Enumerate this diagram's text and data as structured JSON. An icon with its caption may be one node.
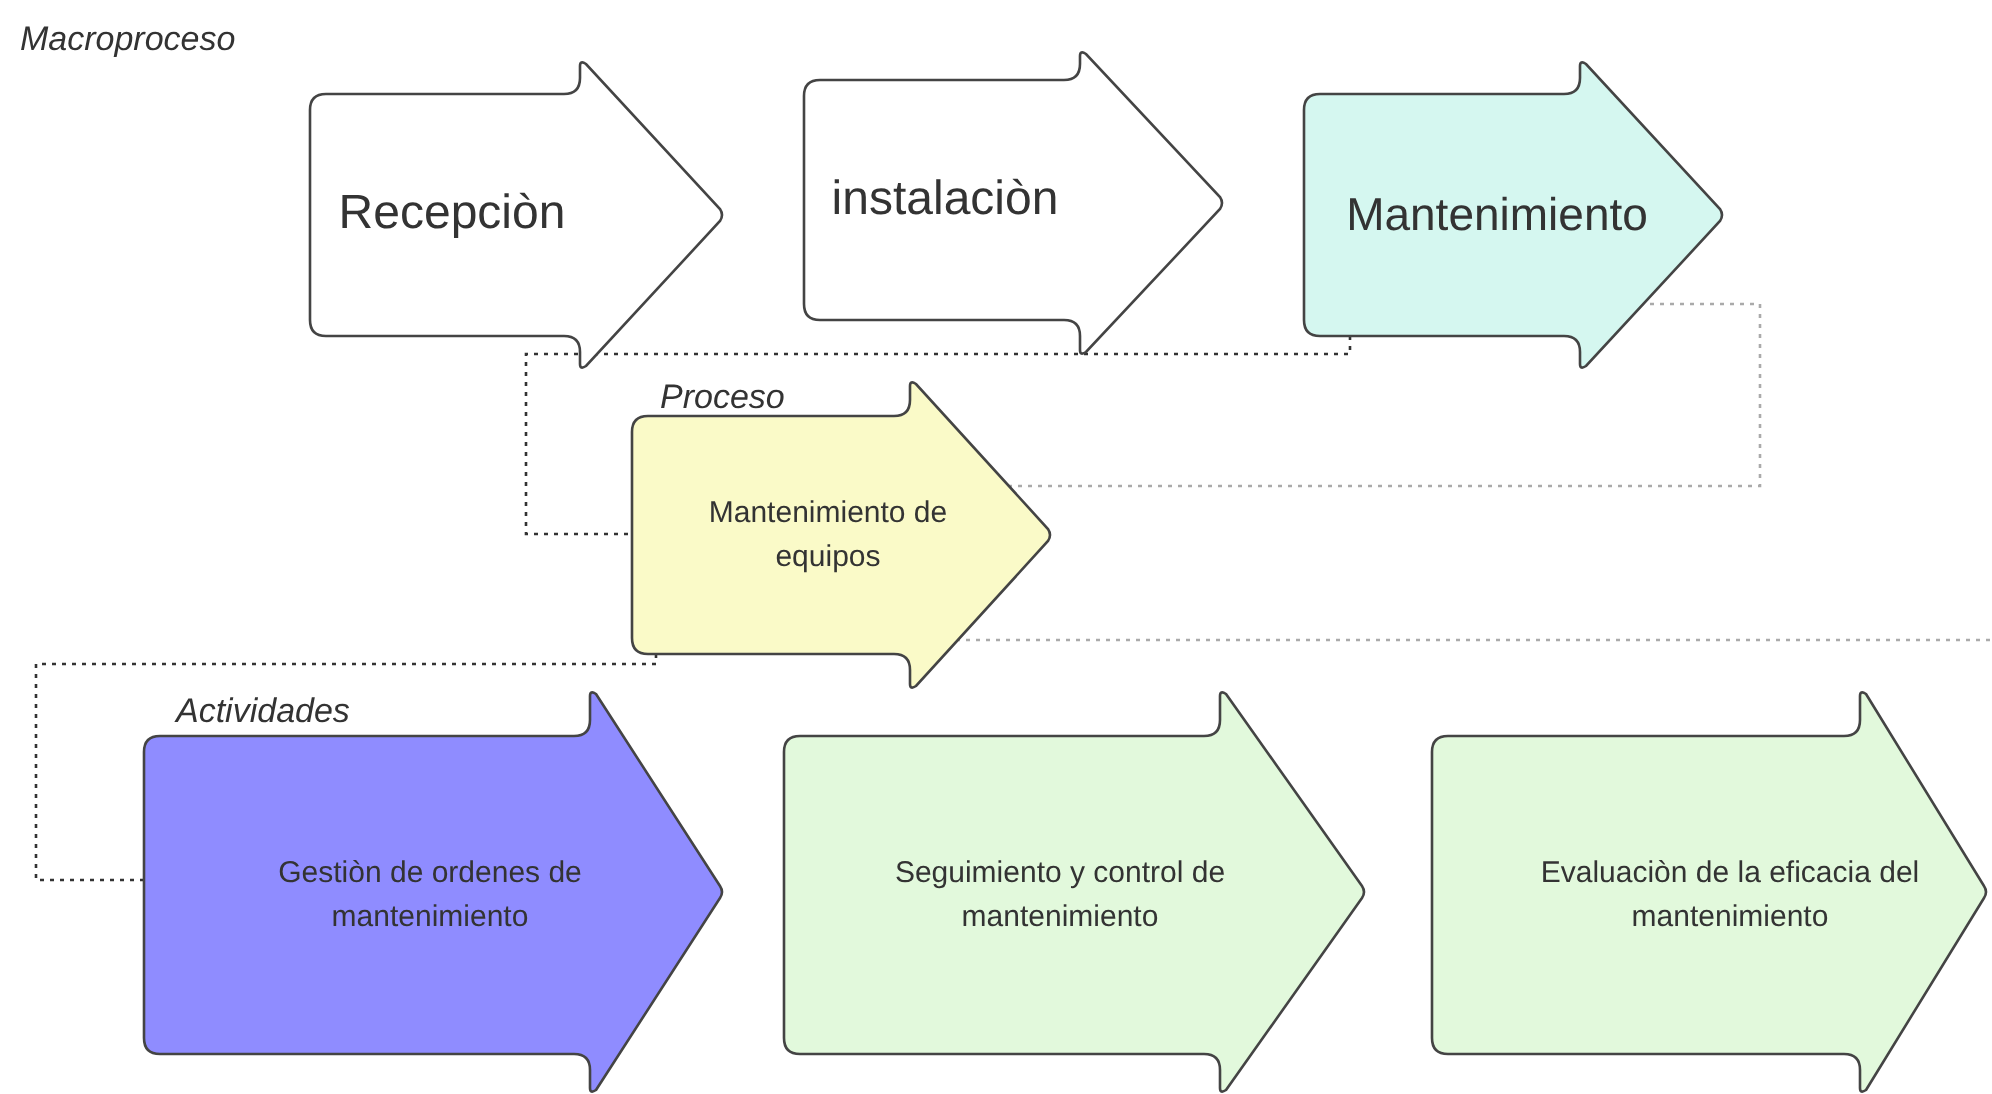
{
  "diagram": {
    "nodes": [
      {
        "text": [
          "Recepciòn"
        ]
      },
      {
        "text": [
          "instalaciòn"
        ]
      },
      {
        "text": [
          "Mantenimiento"
        ]
      },
      {
        "text": [
          "Mantenimiento de equipos"
        ]
      },
      {
        "text": [
          "Gestiòn de ordenes de mantenimiento"
        ]
      },
      {
        "text": [
          "Seguimiento y control de mantenimiento"
        ]
      },
      {
        "text": [
          "Evaluaciòn de la eficacia del mantenimiento"
        ]
      }
    ],
    "edges": [
      {
        "from": 2,
        "to": 3,
        "arrow": "none",
        "style": "dashed"
      },
      {
        "from": 2,
        "to": 3,
        "arrow": "none",
        "style": "dashed",
        "color": "#aaaaaa"
      },
      {
        "from": 3,
        "to": 4,
        "arrow": "none",
        "style": "dashed"
      },
      {
        "from": 3,
        "to": null,
        "arrow": "none",
        "style": "dashed",
        "color": "#aaaaaa"
      }
    ],
    "labels": [
      "Macroproceso",
      "Proceso",
      "Actividades"
    ]
  }
}
